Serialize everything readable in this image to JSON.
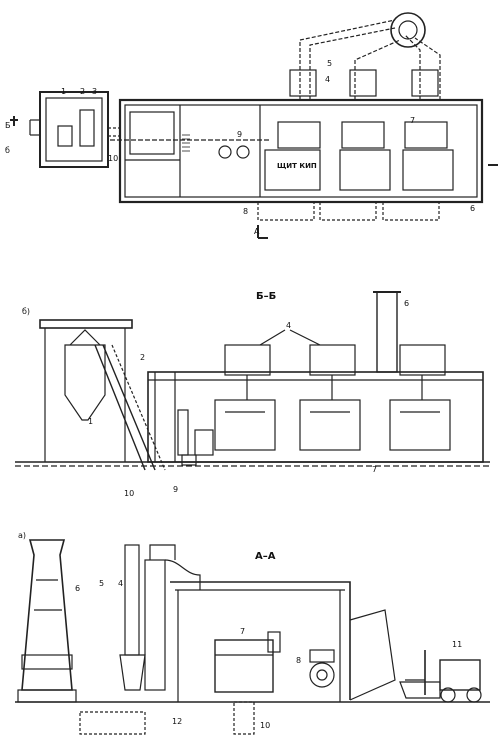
{
  "panel_a": {
    "marker": "б",
    "shield_label": "ЩИТ КИП",
    "cut_mark_left": "Б",
    "cut_mark_bottom": "А",
    "callouts": [
      "1",
      "2",
      "3",
      "4",
      "5",
      "6",
      "7",
      "8",
      "9",
      "10"
    ]
  },
  "panel_b": {
    "marker": "б)",
    "section_title": "Б–Б",
    "callouts": [
      "1",
      "2",
      "4",
      "6",
      "7",
      "9",
      "10"
    ]
  },
  "panel_c": {
    "marker": "а)",
    "section_title": "А–А",
    "callouts": [
      "4",
      "5",
      "6",
      "7",
      "8",
      "10",
      "11",
      "12"
    ]
  }
}
